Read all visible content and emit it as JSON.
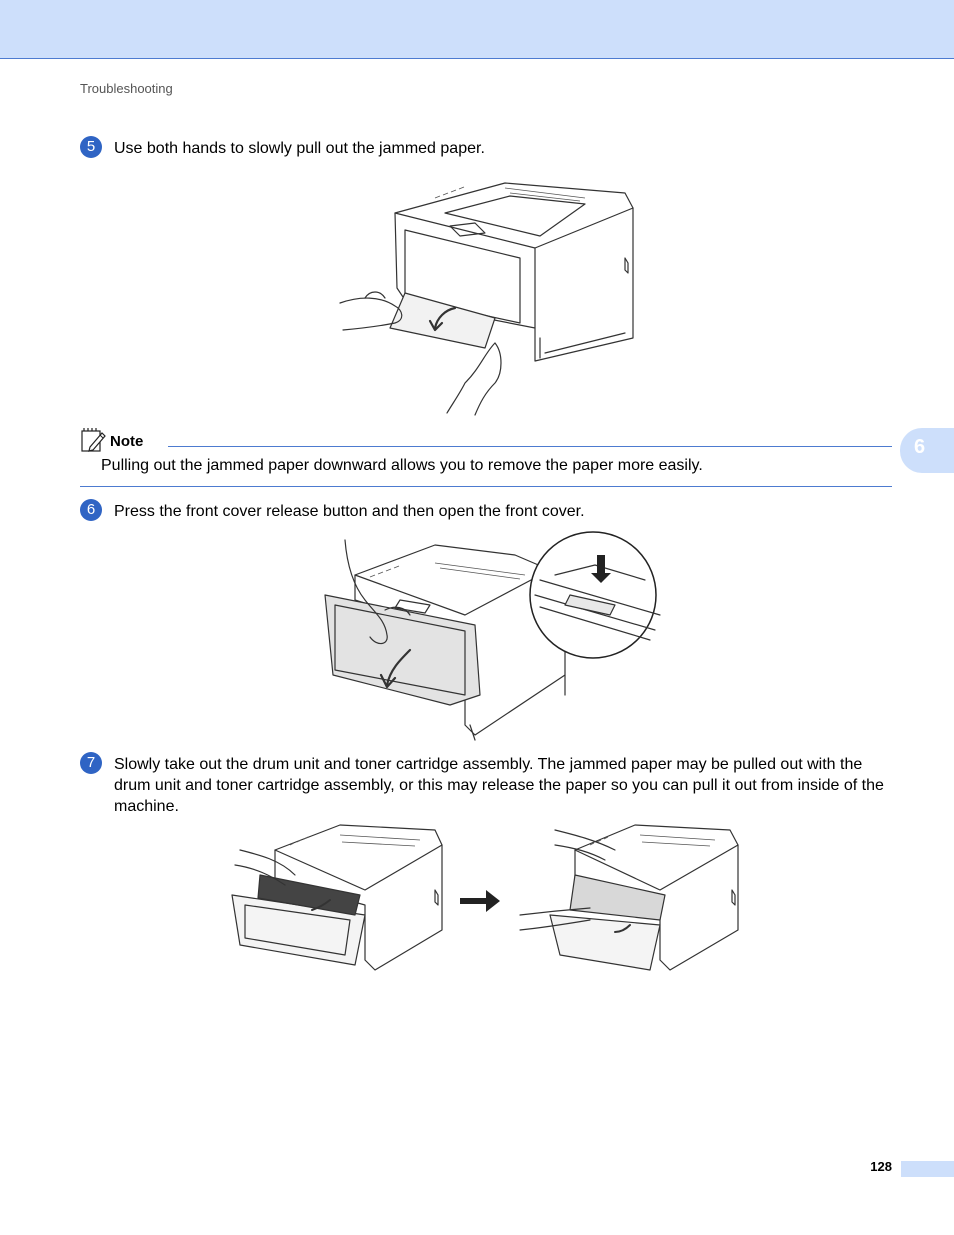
{
  "header": {
    "breadcrumb": "Troubleshooting"
  },
  "steps": [
    {
      "number": "5",
      "text": "Use both hands to slowly pull out the jammed paper."
    },
    {
      "number": "6",
      "text": "Press the front cover release button and then open the front cover."
    },
    {
      "number": "7",
      "text": "Slowly take out the drum unit and toner cartridge assembly. The jammed paper may be pulled out with the drum unit and toner cartridge assembly, or this may release the paper so you can pull it out from inside of the machine."
    }
  ],
  "note": {
    "label": "Note",
    "text": "Pulling out the jammed paper downward allows you to remove the paper more easily."
  },
  "chapter_tab": "6",
  "page_number": "128",
  "colors": {
    "band": "#cddffb",
    "accent": "#2f64c4",
    "rule": "#4d7bd0"
  },
  "icons": [
    "note-pencil-icon",
    "arrow-right-icon"
  ]
}
